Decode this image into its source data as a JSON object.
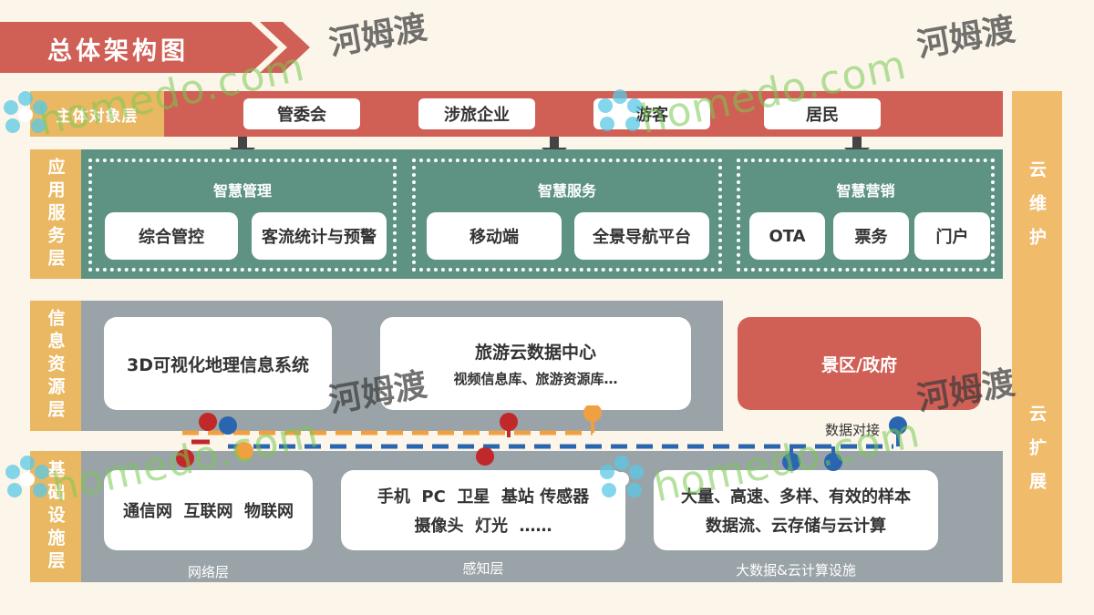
{
  "title": "总体架构图",
  "subject_layer": {
    "label": "主体对象层",
    "items": [
      "管委会",
      "涉旅企业",
      "游客",
      "居民"
    ]
  },
  "app_layer": {
    "label": "应用服务层",
    "groups": [
      {
        "title": "智慧管理",
        "items": [
          "综合管控",
          "客流统计与预警"
        ]
      },
      {
        "title": "智慧服务",
        "items": [
          "移动端",
          "全景导航平台"
        ]
      },
      {
        "title": "智慧营销",
        "items": [
          "OTA",
          "票务",
          "门户"
        ]
      }
    ]
  },
  "info_layer": {
    "label": "信息资源层",
    "gis": "3D可视化地理信息系统",
    "datacenter_title": "旅游云数据中心",
    "datacenter_sub": "视频信息库、旅游资源库…",
    "scenic": "景区/政府",
    "data_link": "数据对接"
  },
  "infra_layer": {
    "label": "基础设施层",
    "network_items": "通信网  互联网  物联网",
    "sense_line1": "手机  PC  卫星  基站 传感器",
    "sense_line2": "摄像头  灯光  ……",
    "bigdata_line1": "大量、高速、多样、有效的样本",
    "bigdata_line2": "数据流、云存储与云计算",
    "foot_network": "网络层",
    "foot_sense": "感知层",
    "foot_bigdata": "大数据&云计算设施"
  },
  "side_top": "云维护",
  "side_bottom": "云扩展",
  "watermark": {
    "latin": "homedo.com",
    "cn": "河姆渡"
  },
  "colors": {
    "red": "#d05f55",
    "green": "#5e9383",
    "gray": "#9aa4a8",
    "orange": "#eab863"
  }
}
